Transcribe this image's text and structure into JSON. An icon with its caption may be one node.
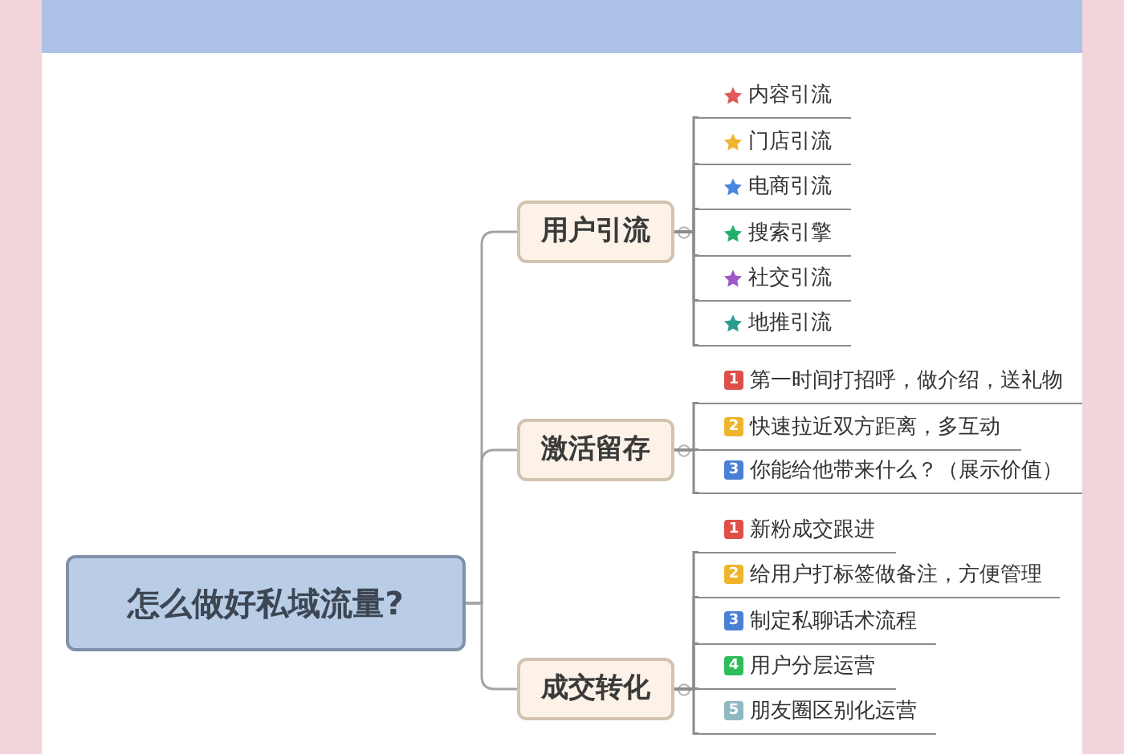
{
  "diagram": {
    "nodes": [
      {
        "text": [
          "怎么做好私域流量?"
        ]
      },
      {
        "text": [
          "用户引流"
        ]
      },
      {
        "text": [
          "内容引流"
        ]
      },
      {
        "text": [
          "门店引流"
        ]
      },
      {
        "text": [
          "电商引流"
        ]
      },
      {
        "text": [
          "搜索引擎"
        ]
      },
      {
        "text": [
          "社交引流"
        ]
      },
      {
        "text": [
          "地推引流"
        ]
      },
      {
        "text": [
          "激活留存"
        ]
      },
      {
        "text": [
          "1",
          "第一时间打招呼，做介绍，送礼物"
        ]
      },
      {
        "text": [
          "2",
          "快速拉近双方距离，多互动"
        ]
      },
      {
        "text": [
          "3",
          "你能给他带来什么？（展示价值）"
        ]
      },
      {
        "text": [
          "成交转化"
        ]
      },
      {
        "text": [
          "1",
          "新粉成交跟进"
        ]
      },
      {
        "text": [
          "2",
          "给用户打标签做备注，方便管理"
        ]
      },
      {
        "text": [
          "3",
          "制定私聊话术流程"
        ]
      },
      {
        "text": [
          "4",
          "用户分层运营"
        ]
      },
      {
        "text": [
          "5",
          "朋友圈区别化运营"
        ]
      }
    ],
    "edges": [
      {
        "from": 0,
        "to": 1,
        "arrow": "none"
      },
      {
        "from": 0,
        "to": 8,
        "arrow": "none"
      },
      {
        "from": 0,
        "to": 12,
        "arrow": "none"
      },
      {
        "from": 1,
        "to": 2,
        "arrow": "none"
      },
      {
        "from": 1,
        "to": 3,
        "arrow": "none"
      },
      {
        "from": 1,
        "to": 4,
        "arrow": "none"
      },
      {
        "from": 1,
        "to": 5,
        "arrow": "none"
      },
      {
        "from": 1,
        "to": 6,
        "arrow": "none"
      },
      {
        "from": 1,
        "to": 7,
        "arrow": "none"
      },
      {
        "from": 8,
        "to": 9,
        "arrow": "none"
      },
      {
        "from": 8,
        "to": 10,
        "arrow": "none"
      },
      {
        "from": 8,
        "to": 11,
        "arrow": "none"
      },
      {
        "from": 12,
        "to": 13,
        "arrow": "none"
      },
      {
        "from": 12,
        "to": 14,
        "arrow": "none"
      },
      {
        "from": 12,
        "to": 15,
        "arrow": "none"
      },
      {
        "from": 12,
        "to": 16,
        "arrow": "none"
      },
      {
        "from": 12,
        "to": 17,
        "arrow": "none"
      }
    ]
  }
}
